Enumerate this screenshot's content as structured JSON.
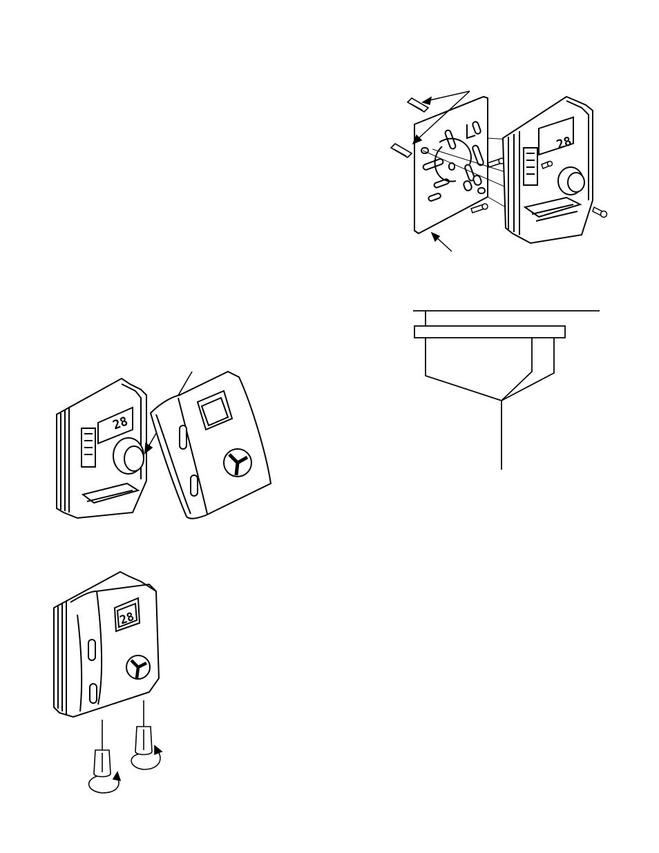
{
  "figures": {
    "mounting_exploded": {
      "display_digits": "28"
    },
    "front_cover_removal": {
      "display_digits": "28"
    },
    "closed_unit_screws": {
      "display_digits": "28"
    },
    "wiring_diagram": {}
  },
  "colors": {
    "ink": "#000000",
    "paper": "#ffffff",
    "shade": "#555555"
  }
}
